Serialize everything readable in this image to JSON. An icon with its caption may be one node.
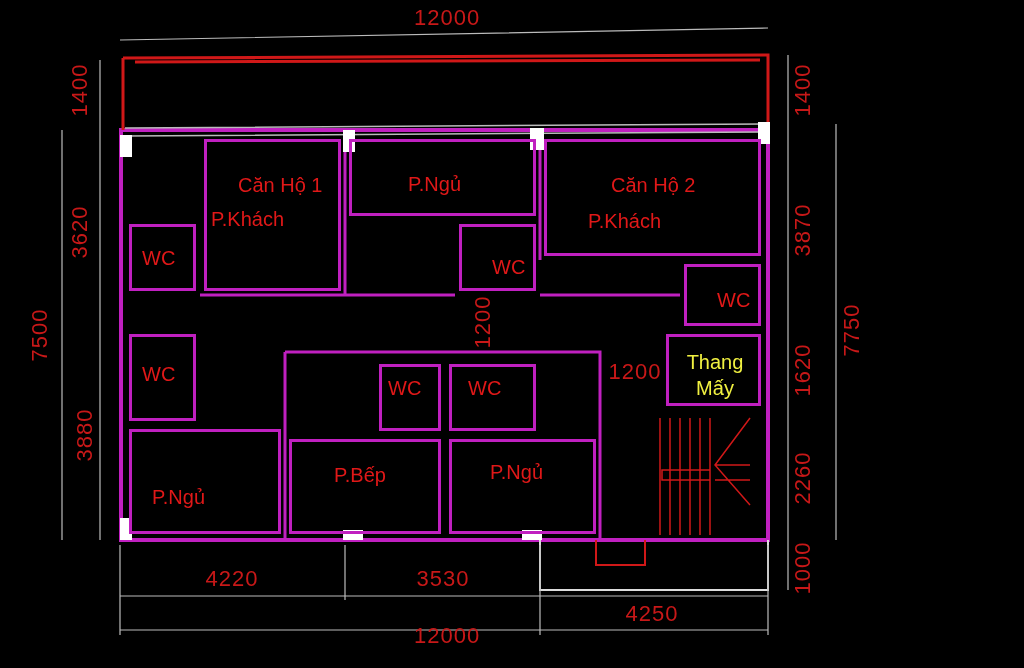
{
  "diagram": {
    "nodes": [
      {
        "text": [
          "Căn Hộ 1",
          "P.Khách"
        ]
      },
      {
        "text": [
          "P.Ngủ"
        ]
      },
      {
        "text": [
          "Căn Hộ 2",
          "P.Khách"
        ]
      },
      {
        "text": [
          "WC"
        ]
      },
      {
        "text": [
          "WC"
        ]
      },
      {
        "text": [
          "WC"
        ]
      },
      {
        "text": [
          "WC"
        ]
      },
      {
        "text": [
          "WC"
        ]
      },
      {
        "text": [
          "WC"
        ]
      },
      {
        "text": [
          "Thang Mấy"
        ]
      },
      {
        "text": [
          "P.Ngủ"
        ]
      },
      {
        "text": [
          "P.Bếp"
        ]
      },
      {
        "text": [
          "P.Ngủ"
        ]
      }
    ],
    "labels": [
      "12000",
      "1400",
      "1400",
      "3620",
      "3870",
      "7500",
      "1200",
      "1200",
      "1620",
      "7750",
      "3880",
      "2260",
      "1000",
      "4220",
      "3530",
      "4250",
      "12000"
    ]
  }
}
